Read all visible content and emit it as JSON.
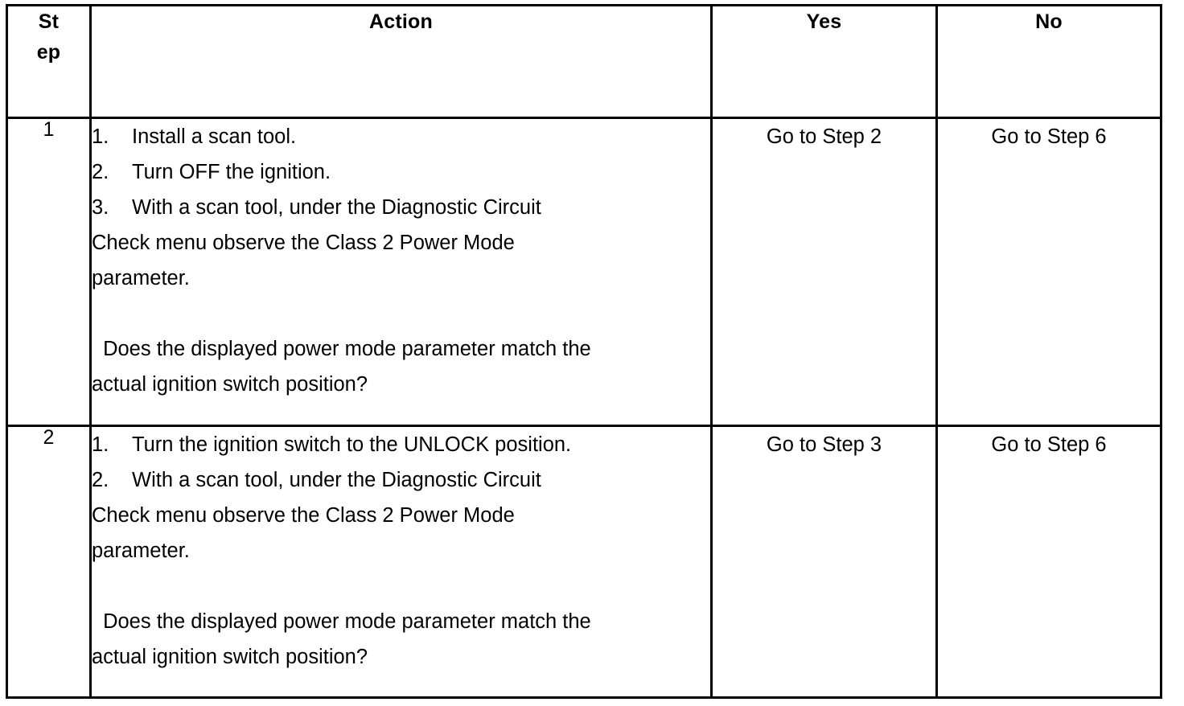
{
  "table": {
    "headers": {
      "step_line1": "St",
      "step_line2": "ep",
      "action": "Action",
      "yes": "Yes",
      "no": "No"
    },
    "rows": [
      {
        "step": "1",
        "action_items": [
          {
            "marker": "1.",
            "text": "Install a scan tool."
          },
          {
            "marker": "2.",
            "text": "Turn OFF the ignition."
          },
          {
            "marker": "3.",
            "text": "With a scan tool, under the Diagnostic Circuit"
          }
        ],
        "action_continuation": [
          "Check menu observe the Class 2 Power Mode",
          "parameter."
        ],
        "question_lines": [
          " Does the displayed power mode parameter match the",
          "actual ignition switch position?"
        ],
        "yes": "Go to Step 2",
        "no": "Go to Step 6"
      },
      {
        "step": "2",
        "action_items": [
          {
            "marker": "1.",
            "text": "Turn the ignition switch to the UNLOCK position."
          },
          {
            "marker": "2.",
            "text": "With a scan tool, under the Diagnostic Circuit"
          }
        ],
        "action_continuation": [
          "Check menu observe the Class 2 Power Mode",
          "parameter."
        ],
        "question_lines": [
          " Does the displayed power mode parameter match the",
          "actual ignition switch position?"
        ],
        "yes": "Go to Step 3",
        "no": "Go to Step 6"
      }
    ]
  },
  "colors": {
    "border": "#000000",
    "text": "#000000",
    "background": "#ffffff"
  }
}
